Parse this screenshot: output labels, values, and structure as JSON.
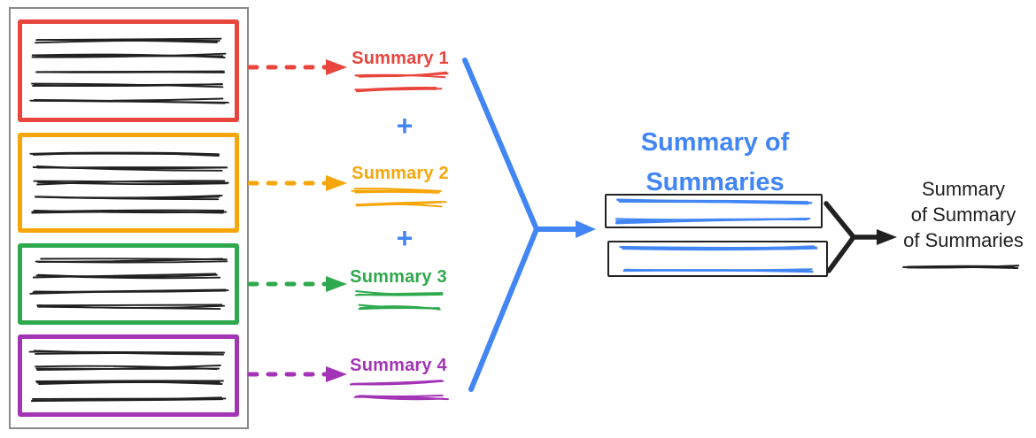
{
  "colors": {
    "accent_blue": "#4285F4",
    "ink": "#212121",
    "container_border": "#8a8a8a"
  },
  "source_document": {
    "chunks": [
      {
        "name": "chunk-1",
        "color": "#E8453C",
        "text_lines": 5
      },
      {
        "name": "chunk-2",
        "color": "#F6A609",
        "text_lines": 5
      },
      {
        "name": "chunk-3",
        "color": "#2FA94E",
        "text_lines": 4
      },
      {
        "name": "chunk-4",
        "color": "#A234B5",
        "text_lines": 4
      }
    ]
  },
  "summaries": [
    {
      "label": "Summary 1",
      "color": "#E8453C"
    },
    {
      "label": "Summary 2",
      "color": "#F6A609"
    },
    {
      "label": "Summary 3",
      "color": "#2FA94E"
    },
    {
      "label": "Summary 4",
      "color": "#A234B5"
    }
  ],
  "operators": {
    "plus": "+"
  },
  "summary_of_summaries": {
    "title_line1": "Summary of",
    "title_line2": "Summaries",
    "color": "#4285F4",
    "text_boxes": 2,
    "lines_per_box": 2
  },
  "final_summary": {
    "line1": "Summary",
    "line2": "of Summary",
    "line3": "of Summaries",
    "color": "#212121"
  }
}
